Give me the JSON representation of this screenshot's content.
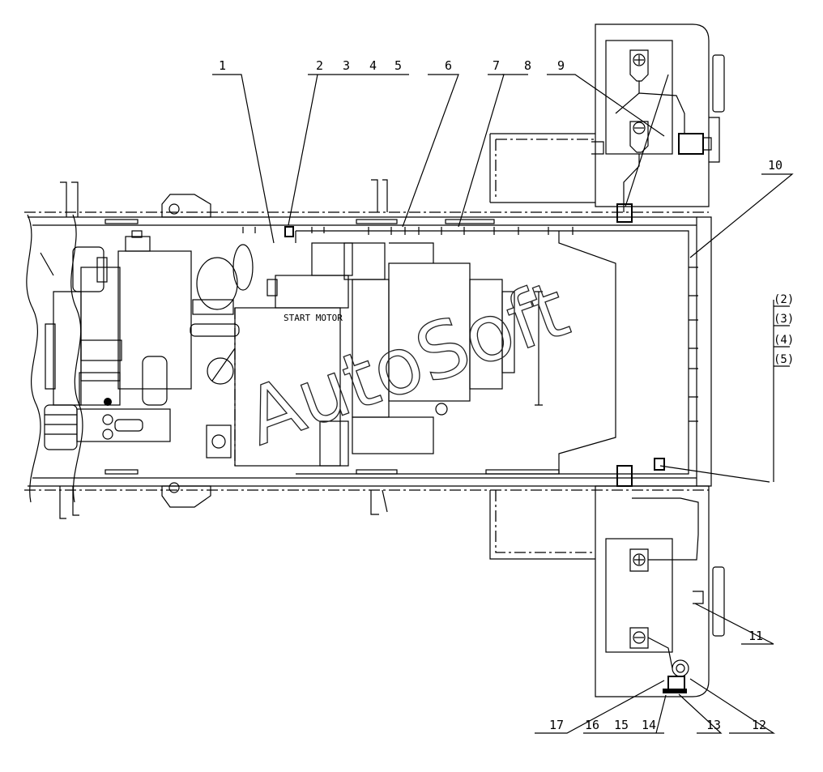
{
  "callouts": {
    "c1": "1",
    "c2": "2",
    "c3": "3",
    "c4": "4",
    "c5": "5",
    "c6": "6",
    "c7": "7",
    "c8": "8",
    "c9": "9",
    "c10": "10",
    "c11": "11",
    "c12": "12",
    "c13": "13",
    "c14": "14",
    "c15": "15",
    "c16": "16",
    "c17": "17"
  },
  "side_callouts": [
    "(2)",
    "(3)",
    "(4)",
    "(5)"
  ],
  "labels": {
    "start_motor": "START MOTOR"
  },
  "watermark": "AutoSoft"
}
